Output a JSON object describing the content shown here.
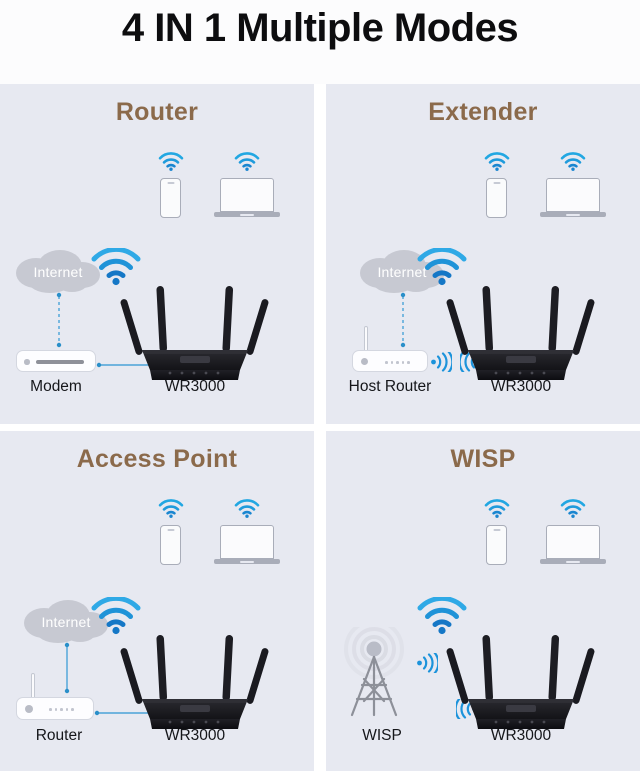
{
  "title": "4 IN 1 Multiple Modes",
  "colors": {
    "panel_bg": "#e7e9f1",
    "title_text": "#0d0d0f",
    "mode_title": "#8b6a4b",
    "wifi_blue": "#1aa3e0",
    "wifi_blue_dark": "#1378c4",
    "cloud_gray": "#c7c9d2",
    "line_blue": "#4aa3d8",
    "device_outline": "#a9adb9",
    "router_black": "#131316"
  },
  "panels": [
    {
      "id": "router",
      "title": "Router",
      "source": {
        "name": "Internet",
        "device_label": "Modem",
        "device_icon": "modem-box-icon",
        "link_style": "dashed"
      },
      "main_device": {
        "label": "WR3000",
        "icon": "wr3000-router-icon",
        "wifi": "wifi-icon-large"
      },
      "clients": [
        {
          "name": "phone",
          "icon": "smartphone-icon",
          "wifi": "wifi-icon-small"
        },
        {
          "name": "laptop",
          "icon": "laptop-icon",
          "wifi": "wifi-icon-small"
        }
      ]
    },
    {
      "id": "extender",
      "title": "Extender",
      "source": {
        "name": "Internet",
        "device_label": "Host Router",
        "device_icon": "host-router-icon",
        "link_style": "dashed"
      },
      "main_device": {
        "label": "WR3000",
        "icon": "wr3000-router-icon",
        "wifi": "wifi-icon-large"
      },
      "clients": [
        {
          "name": "phone",
          "icon": "smartphone-icon",
          "wifi": "wifi-icon-small"
        },
        {
          "name": "laptop",
          "icon": "laptop-icon",
          "wifi": "wifi-icon-small"
        }
      ]
    },
    {
      "id": "access-point",
      "title": "Access Point",
      "source": {
        "name": "Internet",
        "device_label": "Router",
        "device_icon": "host-router-icon",
        "link_style": "solid"
      },
      "main_device": {
        "label": "WR3000",
        "icon": "wr3000-router-icon",
        "wifi": "wifi-icon-large"
      },
      "clients": [
        {
          "name": "phone",
          "icon": "smartphone-icon",
          "wifi": "wifi-icon-small"
        },
        {
          "name": "laptop",
          "icon": "laptop-icon",
          "wifi": "wifi-icon-small"
        }
      ]
    },
    {
      "id": "wisp",
      "title": "WISP",
      "source": {
        "name": "",
        "device_label": "WISP",
        "device_icon": "cell-tower-icon",
        "link_style": "wireless"
      },
      "main_device": {
        "label": "WR3000",
        "icon": "wr3000-router-icon",
        "wifi": "wifi-icon-large"
      },
      "clients": [
        {
          "name": "phone",
          "icon": "smartphone-icon",
          "wifi": "wifi-icon-small"
        },
        {
          "name": "laptop",
          "icon": "laptop-icon",
          "wifi": "wifi-icon-small"
        }
      ]
    }
  ]
}
